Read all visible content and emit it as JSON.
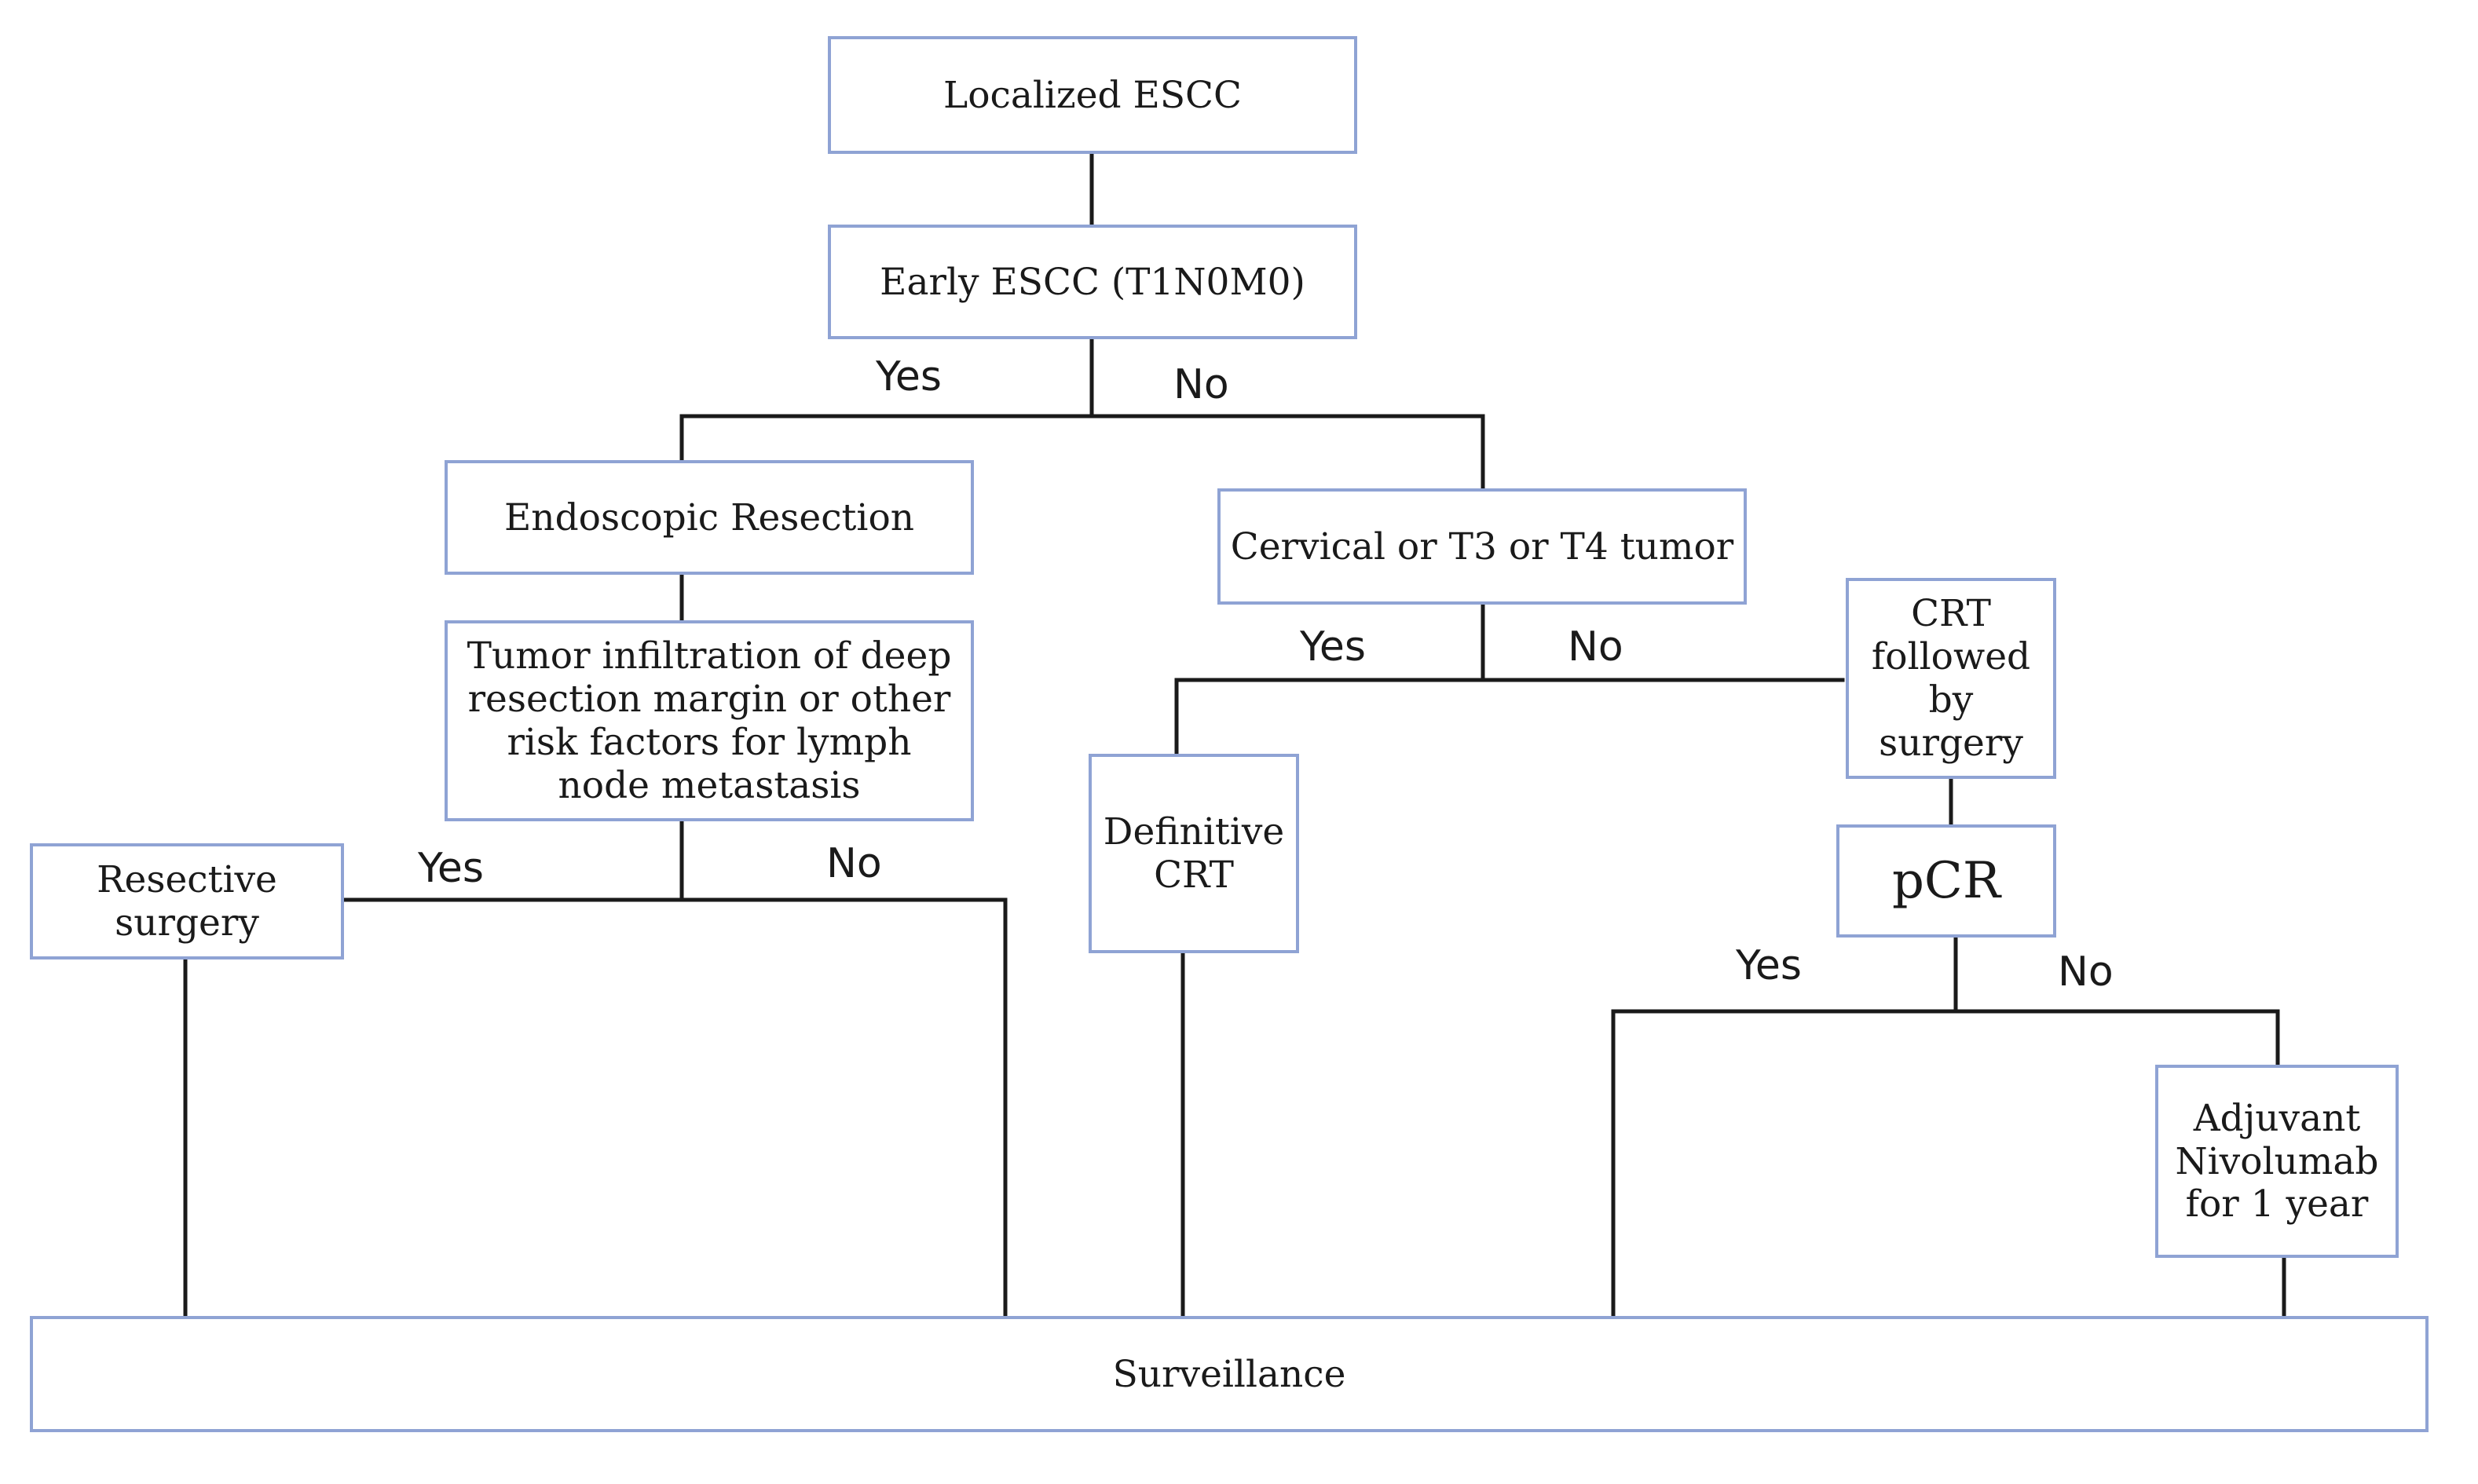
{
  "nodes": {
    "localized": "Localized ESCC",
    "early": "Early ESCC (T1N0M0)",
    "endoscopic": "Endoscopic Resection",
    "infiltration": "Tumor infiltration of deep resection margin or other risk factors for lymph node metastasis",
    "cervical": "Cervical or T3 or T4 tumor",
    "crt_surgery": "CRT followed by surgery",
    "resective": "Resective surgery",
    "definitive": "Definitive CRT",
    "pcr": "pCR",
    "adjuvant": "Adjuvant Nivolumab for 1 year",
    "surveillance": "Surveillance"
  },
  "labels": {
    "early_yes": "Yes",
    "early_no": "No",
    "cervical_yes": "Yes",
    "cervical_no": "No",
    "infiltration_yes": "Yes",
    "infiltration_no": "No",
    "pcr_yes": "Yes",
    "pcr_no": "No"
  },
  "colors": {
    "box_border": "#8fa3d4",
    "line": "#1a1a1a"
  }
}
